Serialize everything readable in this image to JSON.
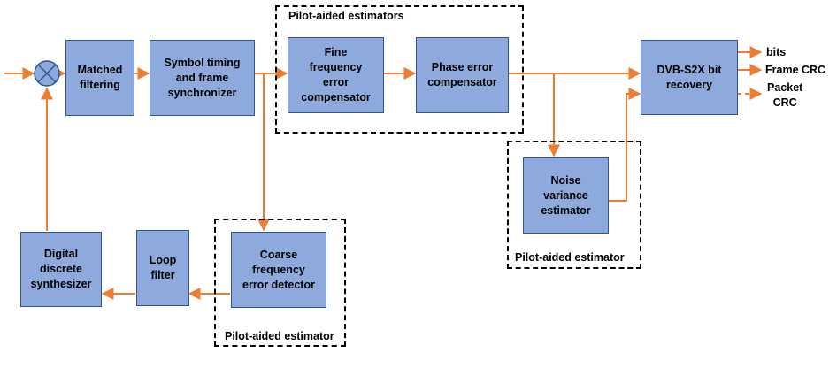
{
  "colors": {
    "block_fill": "#8EA9DB",
    "block_border": "#2F5597",
    "arrow": "#ED7D31",
    "group_border": "#000000"
  },
  "blocks": {
    "matched_filtering": [
      "Matched",
      "filtering"
    ],
    "symbol_timing": [
      "Symbol timing",
      "and frame",
      "synchronizer"
    ],
    "fine_freq": [
      "Fine",
      "frequency",
      "error",
      "compensator"
    ],
    "phase_error": [
      "Phase error",
      "compensator"
    ],
    "dvb_recovery": [
      "DVB-S2X bit",
      "recovery"
    ],
    "noise_variance": [
      "Noise",
      "variance",
      "estimator"
    ],
    "coarse_freq": [
      "Coarse",
      "frequency",
      "error detector"
    ],
    "loop_filter": [
      "Loop",
      "filter"
    ],
    "dds": [
      "Digital",
      "discrete",
      "synthesizer"
    ]
  },
  "groups": {
    "top": "Pilot-aided estimators",
    "right": "Pilot-aided estimator",
    "bottom": "Pilot-aided estimator"
  },
  "outputs": {
    "bits": "bits",
    "frame_crc": "Frame CRC",
    "packet_crc": [
      "Packet",
      "CRC"
    ]
  },
  "icons": {
    "mixer": "multiplier-circle-icon"
  }
}
